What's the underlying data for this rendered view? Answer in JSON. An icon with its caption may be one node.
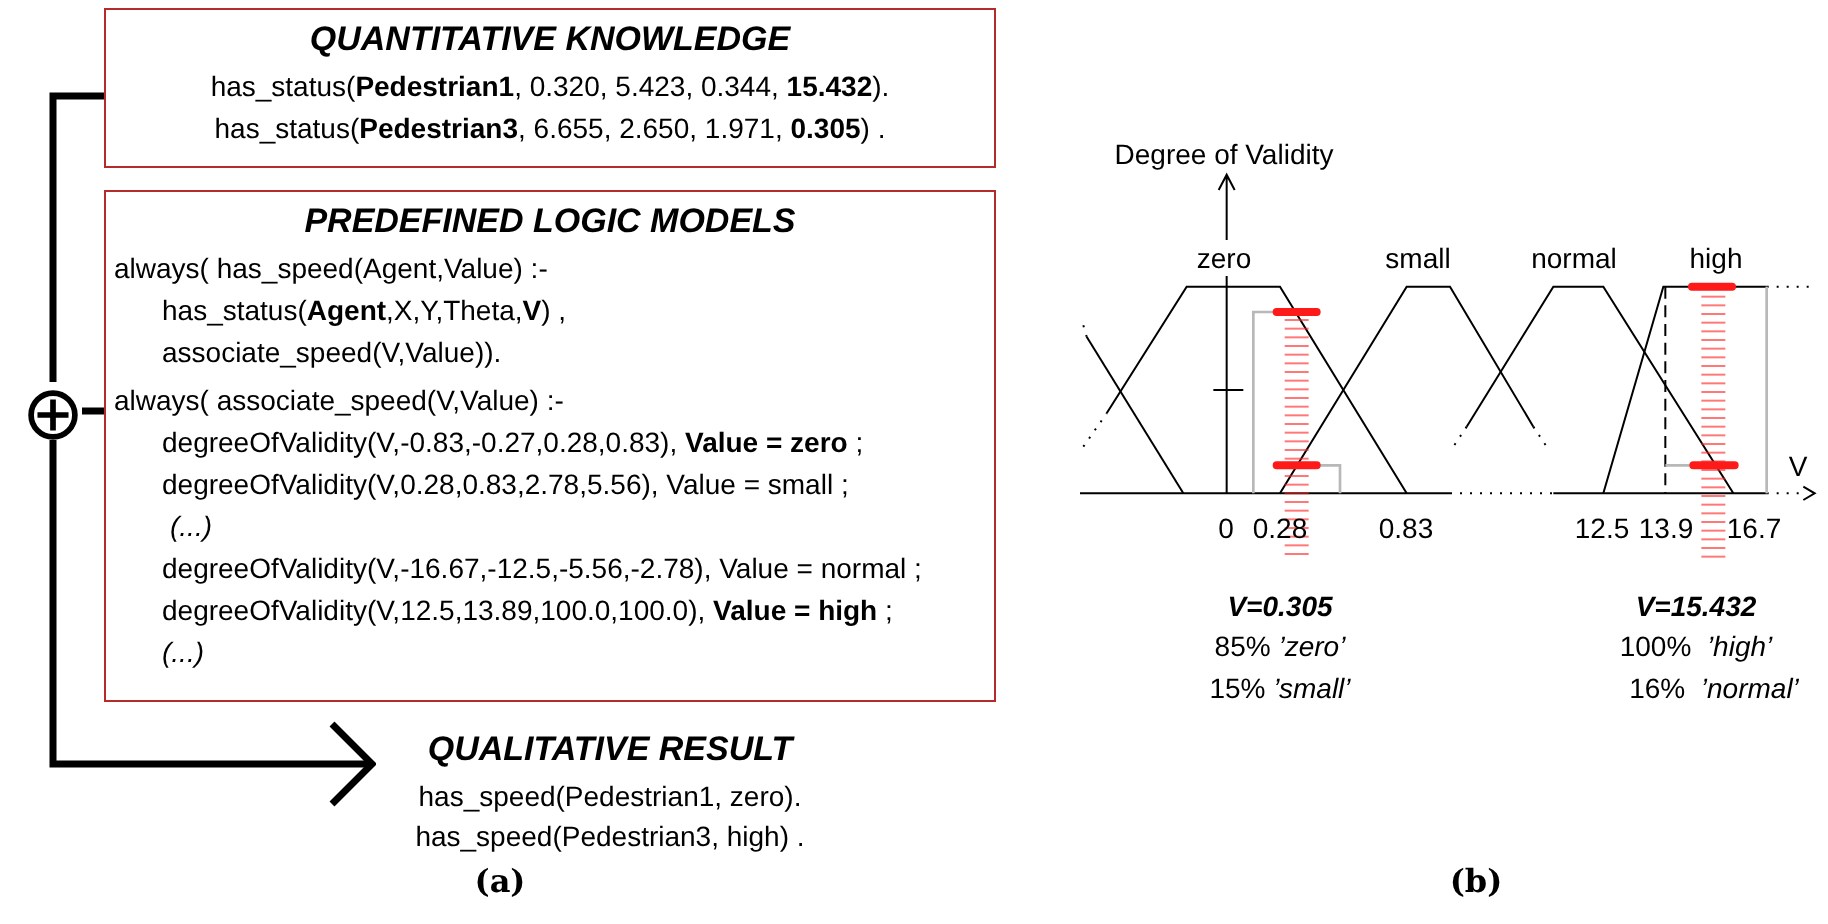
{
  "diagram": {
    "nodes": [
      {
        "text": [
          "QUANTITATIVE KNOWLEDGE",
          "has_status(**Pedestrian1**, 0.320, 5.423, 0.344, **15.432**).",
          "has_status(**Pedestrian3**, 6.655, 2.650, 1.971, **0.305**) ."
        ]
      },
      {
        "text": [
          "PREDEFINED LOGIC MODELS",
          "always( has_speed(Agent,Value) :-",
          "has_status(**Agent**,X,Y,Theta,**V**) ,",
          "associate_speed(V,Value)).",
          "always( associate_speed(V,Value) :-",
          "degreeOfValidity(V,-0.83,-0.27,0.28,0.83), **Value = zero** ;",
          "degreeOfValidity(V,0.28,0.83,2.78,5.56), Value = small ;",
          "(...)",
          "degreeOfValidity(V,-16.67,-12.5,-5.56,-2.78), Value = normal ;",
          "degreeOfValidity(V,12.5,13.89,100.0,100.0), **Value = high** ;",
          "(...)"
        ]
      },
      {
        "text": [],
        "shape": "circle"
      },
      {
        "text": [
          "QUALITATIVE RESULT",
          "has_speed(Pedestrian1, zero).",
          "has_speed(Pedestrian3, high) ."
        ]
      }
    ],
    "edges": [
      {
        "from": 0,
        "to": 2,
        "arrow": "none"
      },
      {
        "from": 1,
        "to": 2,
        "arrow": "none"
      },
      {
        "from": 2,
        "to": 3,
        "arrow": "to"
      }
    ],
    "labels": [
      "Degree of Validity",
      "zero",
      "small",
      "normal",
      "high",
      "V",
      "0",
      "0.28",
      "0.83",
      "12.5",
      "13.9",
      "16.7",
      "V=0.305",
      "85% *’zero’*",
      "15% *’small’*",
      "V=15.432",
      "100%  *’high’*",
      "16%  *’normal’*",
      "(a)",
      "(b)"
    ]
  }
}
